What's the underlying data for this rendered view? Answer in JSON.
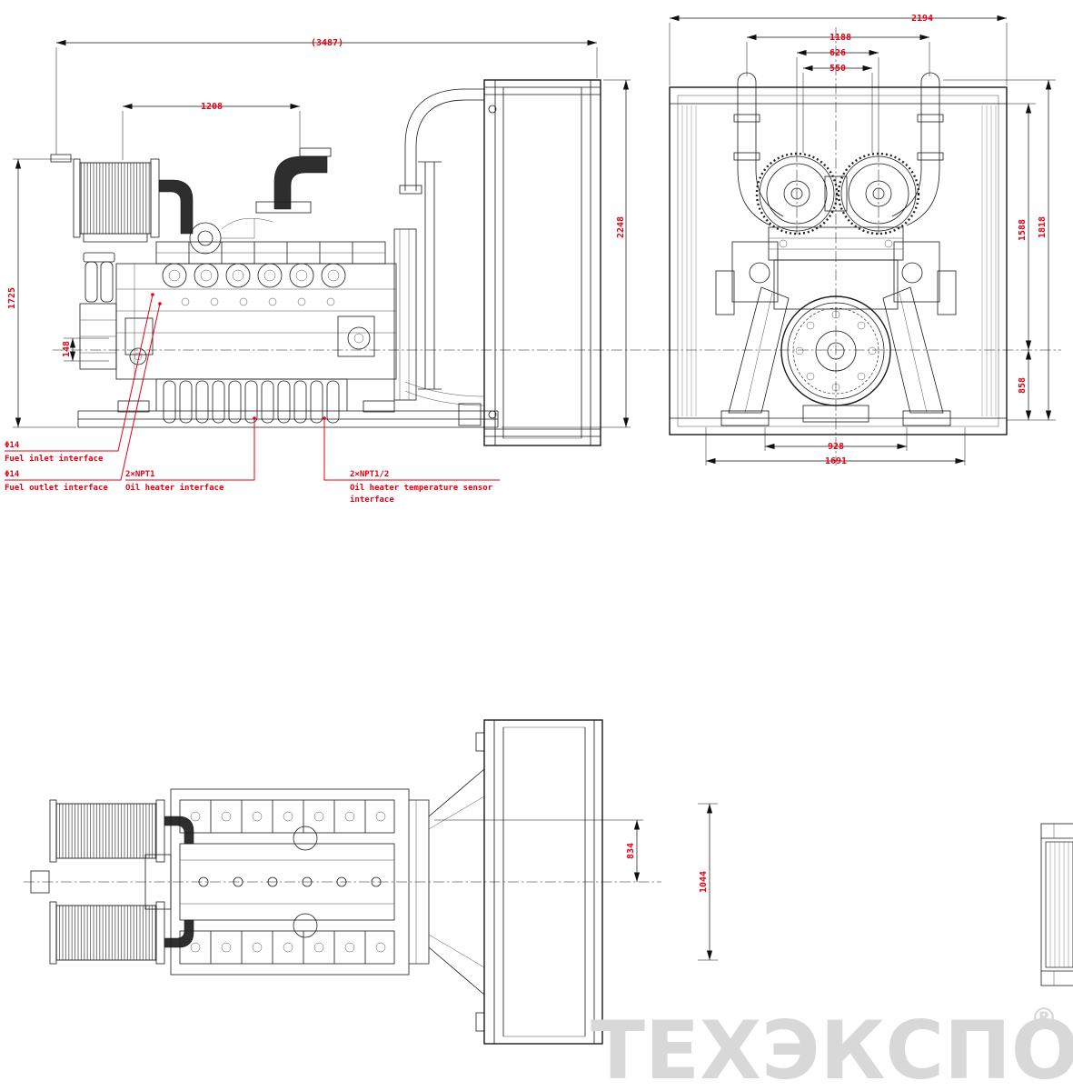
{
  "colors": {
    "dimension_red": "#e60013",
    "line": "#1a1a1a",
    "watermark": "#d8d8d8"
  },
  "views": {
    "side": {
      "dims": {
        "overall_length": "(3487)",
        "length_1208": "1208",
        "height_1725": "1725",
        "offset_148": "148",
        "height_2248": "2248"
      },
      "callouts": {
        "fuel_inlet": {
          "size": "Φ14",
          "label": "Fuel inlet interface"
        },
        "fuel_outlet": {
          "size": "Φ14",
          "label": "Fuel outlet interface"
        },
        "oil_heater": {
          "size": "2×NPT1",
          "label": "Oil heater interface"
        },
        "oil_heater_sensor": {
          "size": "2×NPT1/2",
          "label_line1": "Oil heater temperature sensor",
          "label_line2": "interface"
        }
      }
    },
    "front": {
      "dims": {
        "overall_width": "2194",
        "width_1188": "1188",
        "width_626": "626",
        "width_550": "550",
        "height_1588": "1588",
        "height_1818": "1818",
        "height_858": "858",
        "width_928": "928",
        "width_1691": "1691"
      }
    },
    "top": {
      "dims": {
        "offset_834": "834",
        "width_1044": "1044"
      }
    }
  },
  "watermark": {
    "text": "ТЕХЭКСПО",
    "reg": "®"
  }
}
